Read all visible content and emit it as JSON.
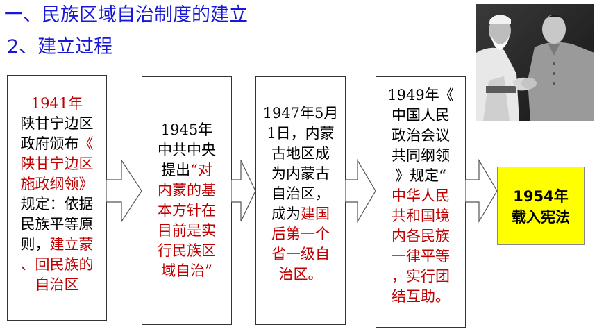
{
  "heading": {
    "line1": "一、民族区域自治制度的建立",
    "line2": "2、建立过程"
  },
  "boxes": [
    {
      "lines": [
        [
          {
            "t": "1941年",
            "red": true
          }
        ],
        [
          {
            "t": "陕甘宁边区",
            "red": false
          }
        ],
        [
          {
            "t": "政府颁布",
            "red": false
          },
          {
            "t": "《",
            "red": true
          }
        ],
        [
          {
            "t": "陕甘宁边区",
            "red": true
          }
        ],
        [
          {
            "t": "施政纲领》",
            "red": true
          }
        ],
        [
          {
            "t": "规定：依据",
            "red": false
          }
        ],
        [
          {
            "t": "民族平等原",
            "red": false
          }
        ],
        [
          {
            "t": "则，",
            "red": false
          },
          {
            "t": "建立蒙",
            "red": true
          }
        ],
        [
          {
            "t": "、回民族的",
            "red": true
          }
        ],
        [
          {
            "t": "自治区",
            "red": true
          }
        ]
      ]
    },
    {
      "lines": [
        [
          {
            "t": "1945年",
            "red": false
          }
        ],
        [
          {
            "t": "中共中央",
            "red": false
          }
        ],
        [
          {
            "t": "提出",
            "red": false
          },
          {
            "t": "“对",
            "red": true
          }
        ],
        [
          {
            "t": "内蒙的基",
            "red": true
          }
        ],
        [
          {
            "t": "本方针在",
            "red": true
          }
        ],
        [
          {
            "t": "目前是实",
            "red": true
          }
        ],
        [
          {
            "t": "行民族区",
            "red": true
          }
        ],
        [
          {
            "t": "域自治”",
            "red": true
          }
        ]
      ]
    },
    {
      "lines": [
        [
          {
            "t": "1947年5月",
            "red": false
          }
        ],
        [
          {
            "t": "1日，内蒙",
            "red": false
          }
        ],
        [
          {
            "t": "古地区成",
            "red": false
          }
        ],
        [
          {
            "t": "为内蒙古",
            "red": false
          }
        ],
        [
          {
            "t": "自治区，",
            "red": false
          }
        ],
        [
          {
            "t": "成为",
            "red": false
          },
          {
            "t": "建国",
            "red": true
          }
        ],
        [
          {
            "t": "后第一个",
            "red": true
          }
        ],
        [
          {
            "t": "省一级自",
            "red": true
          }
        ],
        [
          {
            "t": "治区。",
            "red": true
          }
        ]
      ]
    },
    {
      "lines": [
        [
          {
            "t": "1949年《",
            "red": false
          }
        ],
        [
          {
            "t": "中国人民",
            "red": false
          }
        ],
        [
          {
            "t": "政治会议",
            "red": false
          }
        ],
        [
          {
            "t": "共同纲领",
            "red": false
          }
        ],
        [
          {
            "t": "》规定“",
            "red": false
          }
        ],
        [
          {
            "t": "中华人民",
            "red": true
          }
        ],
        [
          {
            "t": "共和国境",
            "red": true
          }
        ],
        [
          {
            "t": "内各民族",
            "red": true
          }
        ],
        [
          {
            "t": "一律平等",
            "red": true
          }
        ],
        [
          {
            "t": "，实行团",
            "red": true
          }
        ],
        [
          {
            "t": "结互助。",
            "red": true
          }
        ]
      ]
    }
  ],
  "final_box": {
    "line1": "1954年",
    "line2": "载入宪法"
  },
  "colors": {
    "heading": "#1818d8",
    "emphasis": "#c00000",
    "highlight": "#ffff00"
  }
}
